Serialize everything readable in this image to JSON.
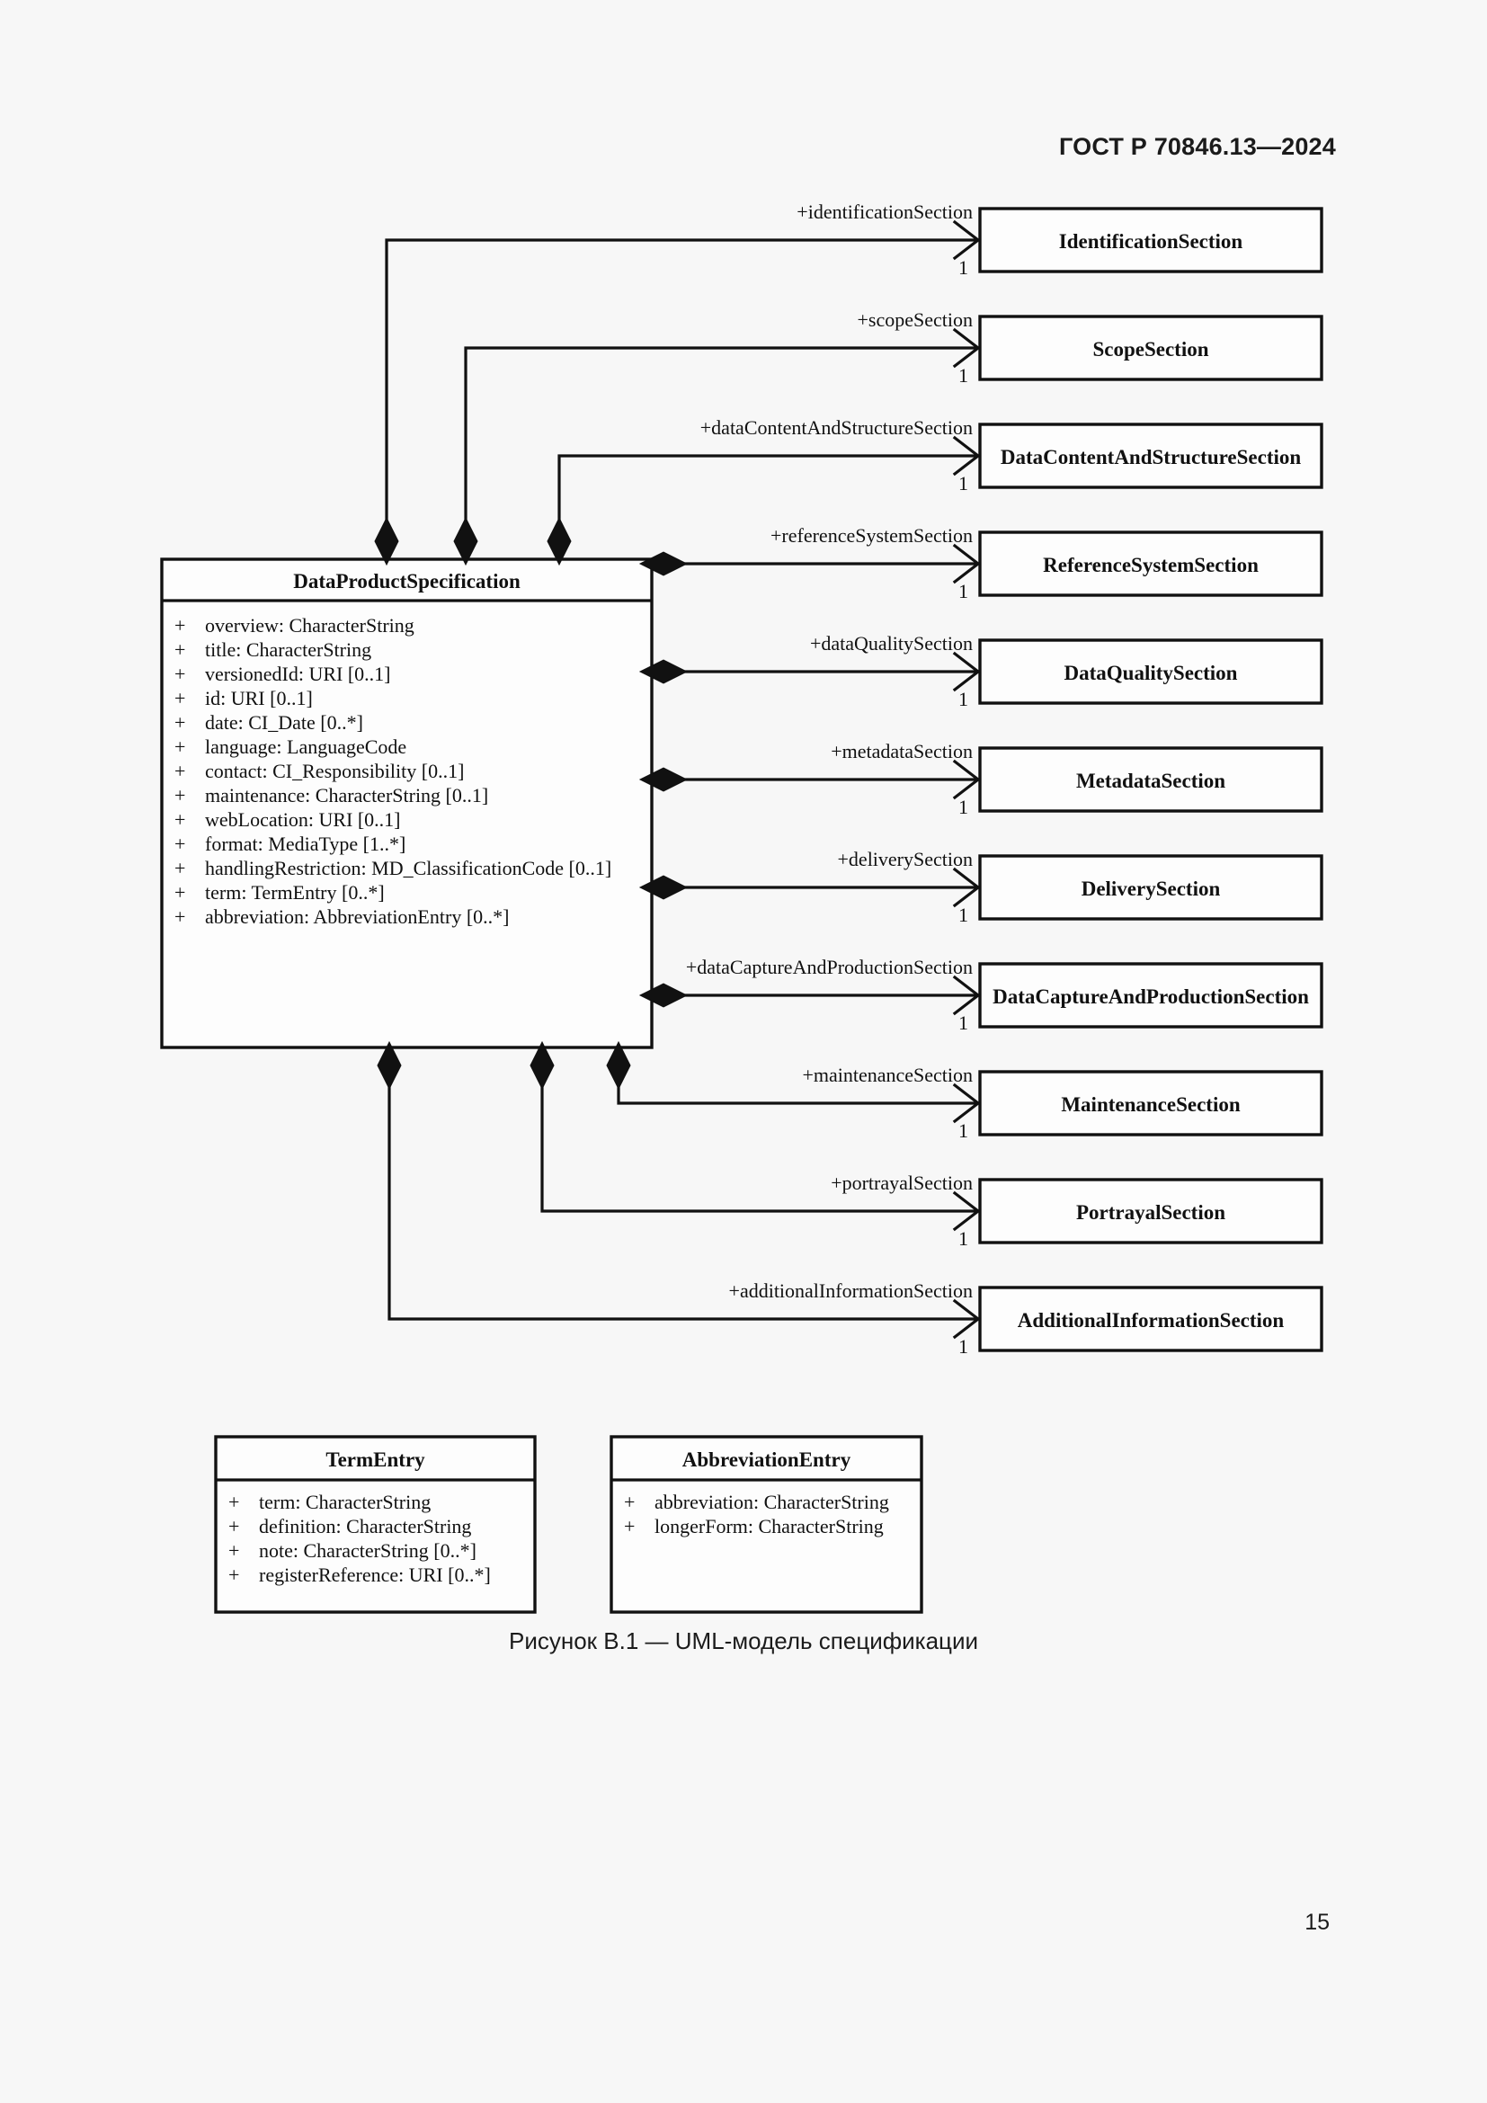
{
  "document": {
    "header": "ГОСТ Р 70846.13—2024",
    "page_number": "15",
    "figure_caption": "Рисунок В.1 — UML-модель спецификации"
  },
  "diagram": {
    "type": "uml-class-diagram",
    "main_class": {
      "name": "DataProductSpecification",
      "attributes": [
        {
          "visibility": "+",
          "text": "overview: CharacterString"
        },
        {
          "visibility": "+",
          "text": "title: CharacterString"
        },
        {
          "visibility": "+",
          "text": "versionedId: URI [0..1]"
        },
        {
          "visibility": "+",
          "text": "id: URI [0..1]"
        },
        {
          "visibility": "+",
          "text": "date: CI_Date [0..*]"
        },
        {
          "visibility": "+",
          "text": "language: LanguageCode"
        },
        {
          "visibility": "+",
          "text": "contact: CI_Responsibility [0..1]"
        },
        {
          "visibility": "+",
          "text": "maintenance: CharacterString [0..1]"
        },
        {
          "visibility": "+",
          "text": "webLocation: URI [0..1]"
        },
        {
          "visibility": "+",
          "text": "format: MediaType [1..*]"
        },
        {
          "visibility": "+",
          "text": "handlingRestriction: MD_ClassificationCode [0..1]"
        },
        {
          "visibility": "+",
          "text": "term: TermEntry [0..*]"
        },
        {
          "visibility": "+",
          "text": "abbreviation: AbbreviationEntry [0..*]"
        }
      ]
    },
    "sections": [
      {
        "role": "+identificationSection",
        "class": "IdentificationSection",
        "multiplicity": "1"
      },
      {
        "role": "+scopeSection",
        "class": "ScopeSection",
        "multiplicity": "1"
      },
      {
        "role": "+dataContentAndStructureSection",
        "class": "DataContentAndStructureSection",
        "multiplicity": "1"
      },
      {
        "role": "+referenceSystemSection",
        "class": "ReferenceSystemSection",
        "multiplicity": "1"
      },
      {
        "role": "+dataQualitySection",
        "class": "DataQualitySection",
        "multiplicity": "1"
      },
      {
        "role": "+metadataSection",
        "class": "MetadataSection",
        "multiplicity": "1"
      },
      {
        "role": "+deliverySection",
        "class": "DeliverySection",
        "multiplicity": "1"
      },
      {
        "role": "+dataCaptureAndProductionSection",
        "class": "DataCaptureAndProductionSection",
        "multiplicity": "1"
      },
      {
        "role": "+maintenanceSection",
        "class": "MaintenanceSection",
        "multiplicity": "1"
      },
      {
        "role": "+portrayalSection",
        "class": "PortrayalSection",
        "multiplicity": "1"
      },
      {
        "role": "+additionalInformationSection",
        "class": "AdditionalInformationSection",
        "multiplicity": "1"
      }
    ],
    "term_entry": {
      "name": "TermEntry",
      "attributes": [
        {
          "visibility": "+",
          "text": "term: CharacterString"
        },
        {
          "visibility": "+",
          "text": "definition: CharacterString"
        },
        {
          "visibility": "+",
          "text": "note: CharacterString [0..*]"
        },
        {
          "visibility": "+",
          "text": "registerReference: URI [0..*]"
        }
      ]
    },
    "abbreviation_entry": {
      "name": "AbbreviationEntry",
      "attributes": [
        {
          "visibility": "+",
          "text": "abbreviation: CharacterString"
        },
        {
          "visibility": "+",
          "text": "longerForm: CharacterString"
        }
      ]
    },
    "colors": {
      "stroke": "#111111",
      "fill": "#fdfdfd",
      "page": "#f7f7f7"
    }
  }
}
